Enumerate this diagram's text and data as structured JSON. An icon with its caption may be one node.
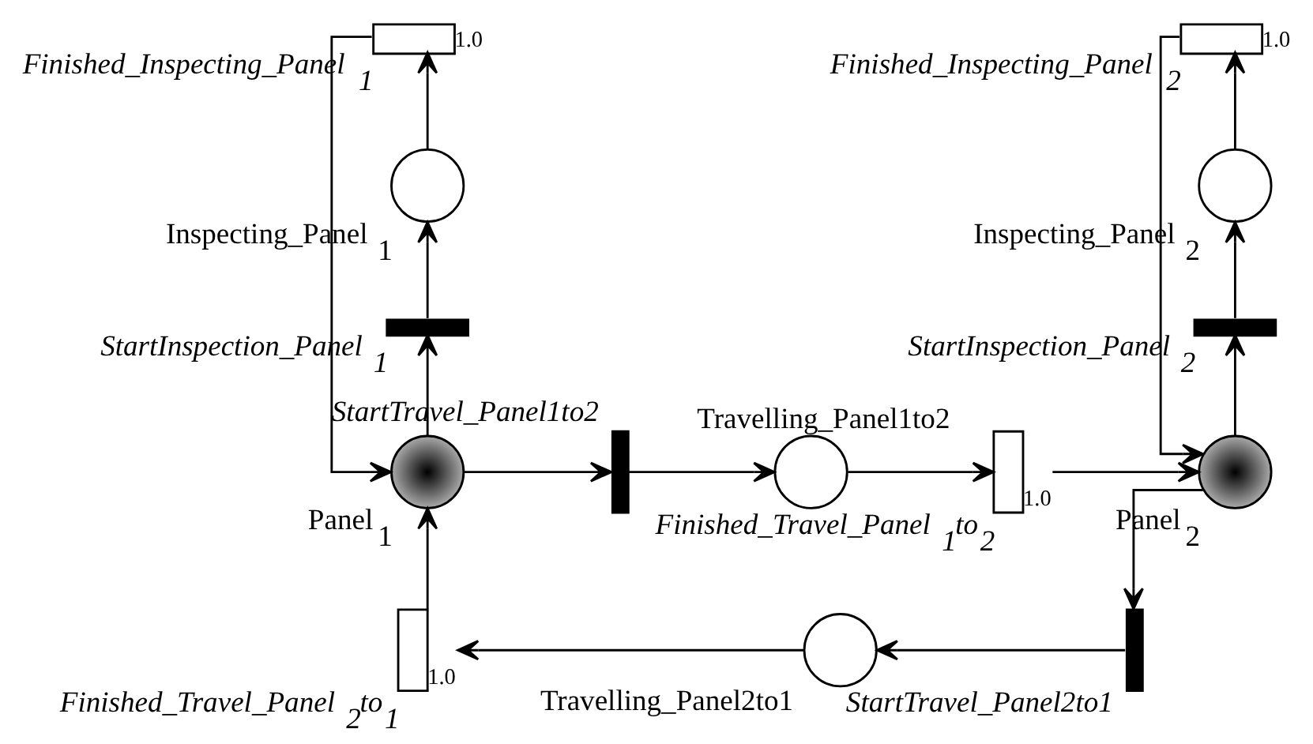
{
  "diagram": {
    "nodes": [
      {
        "text": [
          "Finished_Inspecting_Panel$_{1}$"
        ],
        "beside": [
          "1.0"
        ]
      },
      {
        "text": [
          "Finished_Inspecting_Panel$_{2}$"
        ],
        "beside": [
          "1.0"
        ]
      },
      {
        "text": [
          "Inspecting_Panel$_{1}$"
        ]
      },
      {
        "text": [
          "Inspecting_Panel$_{2}$"
        ]
      },
      {
        "text": [
          "StartInspection_Panel$_{1}$"
        ]
      },
      {
        "text": [
          "StartInspection_Panel$_{2}$"
        ]
      },
      {
        "text": [
          "Panel$_{1}$"
        ]
      },
      {
        "text": [
          "Travelling_Panel1to2"
        ]
      },
      {
        "text": [
          "Panel$_{2}$"
        ]
      },
      {
        "text": [
          "StartTravel_Panel1to2"
        ]
      },
      {
        "text": [
          "Finished_Travel_Panel$_{1}$to$_{2}$"
        ],
        "beside": [
          "1.0"
        ]
      },
      {
        "text": [
          "Travelling_Panel2to1"
        ]
      },
      {
        "text": [
          "Finished_Travel_Panel$_{2}$to$_{1}$"
        ],
        "beside": [
          "1.0"
        ]
      },
      {
        "text": [
          "StartTravel_Panel2to1"
        ]
      }
    ],
    "edges": [
      {
        "from": 6,
        "to": 4,
        "arrow": "to"
      },
      {
        "from": 4,
        "to": 2,
        "arrow": "to"
      },
      {
        "from": 2,
        "to": 0,
        "arrow": "to"
      },
      {
        "from": 0,
        "to": 6,
        "arrow": "to"
      },
      {
        "from": 8,
        "to": 5,
        "arrow": "to"
      },
      {
        "from": 5,
        "to": 3,
        "arrow": "to"
      },
      {
        "from": 3,
        "to": 1,
        "arrow": "to"
      },
      {
        "from": 1,
        "to": 8,
        "arrow": "to"
      },
      {
        "from": 6,
        "to": 9,
        "arrow": "to"
      },
      {
        "from": 9,
        "to": 7,
        "arrow": "to"
      },
      {
        "from": 7,
        "to": 10,
        "arrow": "to"
      },
      {
        "from": 10,
        "to": 8,
        "arrow": "to"
      },
      {
        "from": 8,
        "to": 13,
        "arrow": "to"
      },
      {
        "from": 13,
        "to": 11,
        "arrow": "to"
      },
      {
        "from": 11,
        "to": 12,
        "arrow": "to"
      },
      {
        "from": 12,
        "to": 6,
        "arrow": "to"
      }
    ]
  }
}
